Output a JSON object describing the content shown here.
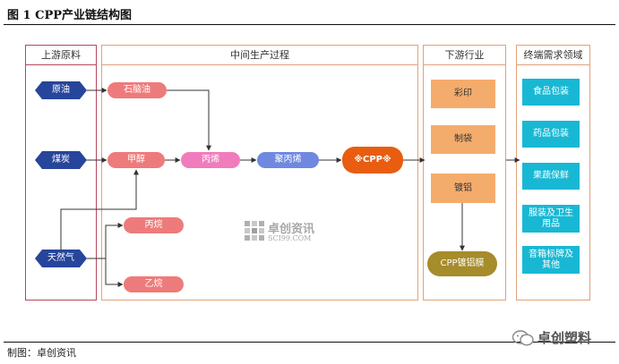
{
  "figure_title": "图 1 CPP产业链结构图",
  "source": "制图：卓创资讯",
  "columns": {
    "upstream": "上游原料",
    "midstream": "中间生产过程",
    "downstream": "下游行业",
    "terminal": "终端需求领域"
  },
  "raw_materials": [
    "原油",
    "煤炭",
    "天然气"
  ],
  "mid_nodes": {
    "naphtha": "石脑油",
    "methanol": "甲醇",
    "propylene": "丙烯",
    "polypropylene": "聚丙烯",
    "cpp": "※CPP※",
    "propane": "丙烷",
    "ethane": "乙烷"
  },
  "downstream_items": [
    "彩印",
    "制袋",
    "镀铝",
    "CPP镀铝膜"
  ],
  "terminal_items": [
    "食品包装",
    "药品包装",
    "果蔬保鲜",
    "服装及卫生\n用品",
    "音箱标牌及\n其他"
  ],
  "watermark": {
    "name": "卓创资讯",
    "url": "SCI99.COM"
  },
  "logo_text": "卓创塑料",
  "colors": {
    "upstream_border": "#b5485a",
    "column_border": "#e0a27a",
    "raw_material_fill": "#27459a",
    "salmon_node": "#ee7b7b",
    "propylene_node": "#f07cbe",
    "polypropylene_node": "#6f88e0",
    "cpp_node": "#e85d10",
    "downstream_fill": "#f4ac6c",
    "cpp_film_fill": "#a68c2a",
    "terminal_fill": "#18b8d4"
  }
}
